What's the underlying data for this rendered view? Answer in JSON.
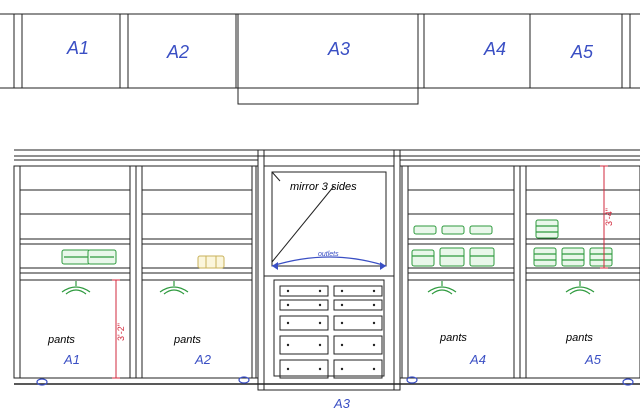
{
  "upper_cabinets": {
    "labels": [
      "A1",
      "A2",
      "A3",
      "A4",
      "A5"
    ]
  },
  "lower_cabinets": {
    "labels": [
      "A1",
      "A2",
      "A4",
      "A5"
    ],
    "center_label": "A3",
    "pants_labels": [
      "pants",
      "pants",
      "pants",
      "pants"
    ]
  },
  "mirror_note": "mirror 3 sides",
  "outlets_note": "outlets",
  "dimensions": {
    "left_height": "3'-2\"",
    "right_height": "3'-4\""
  },
  "colors": {
    "label_blue": "#3a4fc4",
    "dimension_red": "#d2283c",
    "fixture_green": "#2e9a3e",
    "line": "#222222"
  }
}
